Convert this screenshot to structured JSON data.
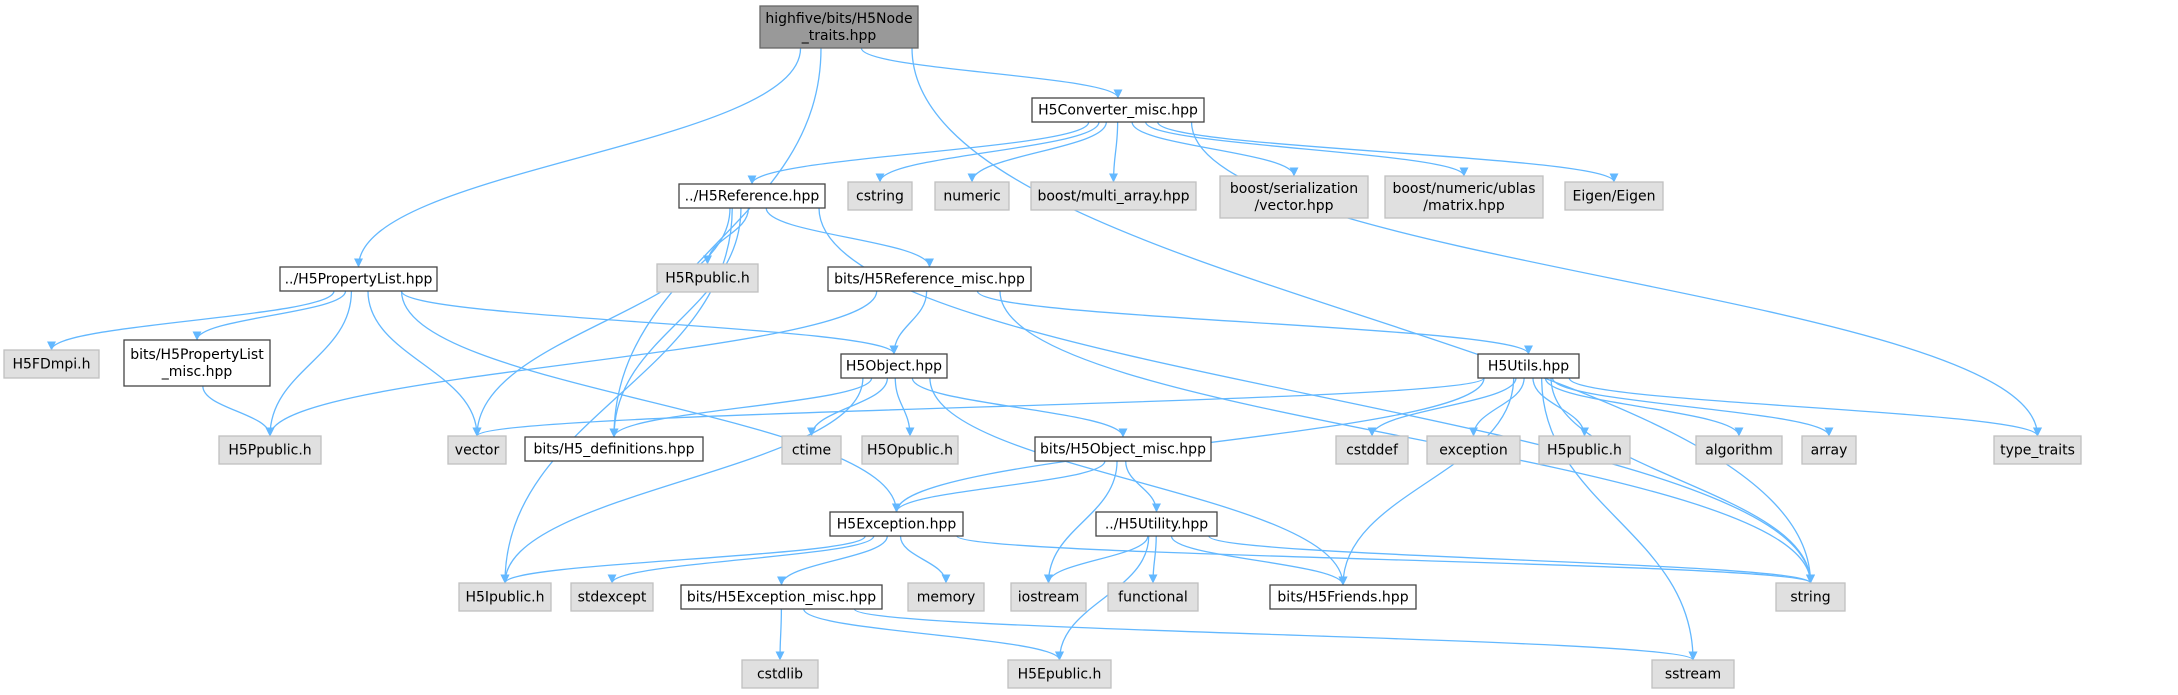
{
  "diagram": {
    "title": "",
    "nodes": [
      {
        "id": "root",
        "lines": [
          "highfive/bits/H5Node",
          "_traits.hpp"
        ],
        "kind": "root"
      },
      {
        "id": "conv",
        "lines": [
          "H5Converter_misc.hpp"
        ],
        "kind": "local"
      },
      {
        "id": "ref",
        "lines": [
          "../H5Reference.hpp"
        ],
        "kind": "local"
      },
      {
        "id": "cstring",
        "lines": [
          "cstring"
        ],
        "kind": "ext"
      },
      {
        "id": "numeric",
        "lines": [
          "numeric"
        ],
        "kind": "ext"
      },
      {
        "id": "multi",
        "lines": [
          "boost/multi_array.hpp"
        ],
        "kind": "ext"
      },
      {
        "id": "serial",
        "lines": [
          "boost/serialization",
          "/vector.hpp"
        ],
        "kind": "ext"
      },
      {
        "id": "ublas",
        "lines": [
          "boost/numeric/ublas",
          "/matrix.hpp"
        ],
        "kind": "ext"
      },
      {
        "id": "eigen",
        "lines": [
          "Eigen/Eigen"
        ],
        "kind": "ext"
      },
      {
        "id": "plist",
        "lines": [
          "../H5PropertyList.hpp"
        ],
        "kind": "local"
      },
      {
        "id": "rpublic",
        "lines": [
          "H5Rpublic.h"
        ],
        "kind": "ext"
      },
      {
        "id": "refmisc",
        "lines": [
          "bits/H5Reference_misc.hpp"
        ],
        "kind": "local"
      },
      {
        "id": "fdmpi",
        "lines": [
          "H5FDmpi.h"
        ],
        "kind": "ext"
      },
      {
        "id": "plistmisc",
        "lines": [
          "bits/H5PropertyList",
          "_misc.hpp"
        ],
        "kind": "local"
      },
      {
        "id": "object",
        "lines": [
          "H5Object.hpp"
        ],
        "kind": "local"
      },
      {
        "id": "utils",
        "lines": [
          "H5Utils.hpp"
        ],
        "kind": "local"
      },
      {
        "id": "ppublic",
        "lines": [
          "H5Ppublic.h"
        ],
        "kind": "ext"
      },
      {
        "id": "vector",
        "lines": [
          "vector"
        ],
        "kind": "ext"
      },
      {
        "id": "defs",
        "lines": [
          "bits/H5_definitions.hpp"
        ],
        "kind": "local"
      },
      {
        "id": "ctime",
        "lines": [
          "ctime"
        ],
        "kind": "ext"
      },
      {
        "id": "opublic",
        "lines": [
          "H5Opublic.h"
        ],
        "kind": "ext"
      },
      {
        "id": "objmisc",
        "lines": [
          "bits/H5Object_misc.hpp"
        ],
        "kind": "local"
      },
      {
        "id": "cstddef",
        "lines": [
          "cstddef"
        ],
        "kind": "ext"
      },
      {
        "id": "exception",
        "lines": [
          "exception"
        ],
        "kind": "ext"
      },
      {
        "id": "h5public",
        "lines": [
          "H5public.h"
        ],
        "kind": "ext"
      },
      {
        "id": "algorithm",
        "lines": [
          "algorithm"
        ],
        "kind": "ext"
      },
      {
        "id": "array",
        "lines": [
          "array"
        ],
        "kind": "ext"
      },
      {
        "id": "typetraits",
        "lines": [
          "type_traits"
        ],
        "kind": "ext"
      },
      {
        "id": "h5exc",
        "lines": [
          "H5Exception.hpp"
        ],
        "kind": "local"
      },
      {
        "id": "utility",
        "lines": [
          "../H5Utility.hpp"
        ],
        "kind": "local"
      },
      {
        "id": "ipublic",
        "lines": [
          "H5Ipublic.h"
        ],
        "kind": "ext"
      },
      {
        "id": "stdexcept",
        "lines": [
          "stdexcept"
        ],
        "kind": "ext"
      },
      {
        "id": "excmisc",
        "lines": [
          "bits/H5Exception_misc.hpp"
        ],
        "kind": "local"
      },
      {
        "id": "memory",
        "lines": [
          "memory"
        ],
        "kind": "ext"
      },
      {
        "id": "iostream",
        "lines": [
          "iostream"
        ],
        "kind": "ext"
      },
      {
        "id": "functional",
        "lines": [
          "functional"
        ],
        "kind": "ext"
      },
      {
        "id": "friends",
        "lines": [
          "bits/H5Friends.hpp"
        ],
        "kind": "local"
      },
      {
        "id": "string",
        "lines": [
          "string"
        ],
        "kind": "ext"
      },
      {
        "id": "cstdlib",
        "lines": [
          "cstdlib"
        ],
        "kind": "ext"
      },
      {
        "id": "epublic",
        "lines": [
          "H5Epublic.h"
        ],
        "kind": "ext"
      },
      {
        "id": "sstream",
        "lines": [
          "sstream"
        ],
        "kind": "ext"
      }
    ],
    "edges": [
      [
        "root",
        "conv"
      ],
      [
        "root",
        "plist"
      ],
      [
        "root",
        "defs"
      ],
      [
        "root",
        "string"
      ],
      [
        "conv",
        "ref"
      ],
      [
        "conv",
        "cstring"
      ],
      [
        "conv",
        "numeric"
      ],
      [
        "conv",
        "multi"
      ],
      [
        "conv",
        "serial"
      ],
      [
        "conv",
        "ublas"
      ],
      [
        "conv",
        "eigen"
      ],
      [
        "conv",
        "typetraits"
      ],
      [
        "ref",
        "rpublic"
      ],
      [
        "ref",
        "refmisc"
      ],
      [
        "ref",
        "vector"
      ],
      [
        "ref",
        "defs"
      ],
      [
        "ref",
        "ipublic"
      ],
      [
        "ref",
        "string"
      ],
      [
        "plist",
        "fdmpi"
      ],
      [
        "plist",
        "plistmisc"
      ],
      [
        "plist",
        "ppublic"
      ],
      [
        "plist",
        "vector"
      ],
      [
        "plist",
        "object"
      ],
      [
        "plist",
        "h5exc"
      ],
      [
        "plistmisc",
        "ppublic"
      ],
      [
        "refmisc",
        "object"
      ],
      [
        "refmisc",
        "utils"
      ],
      [
        "refmisc",
        "ppublic"
      ],
      [
        "refmisc",
        "string"
      ],
      [
        "object",
        "defs"
      ],
      [
        "object",
        "ctime"
      ],
      [
        "object",
        "opublic"
      ],
      [
        "object",
        "objmisc"
      ],
      [
        "object",
        "ipublic"
      ],
      [
        "object",
        "friends"
      ],
      [
        "utils",
        "vector"
      ],
      [
        "utils",
        "h5exc"
      ],
      [
        "utils",
        "friends"
      ],
      [
        "utils",
        "cstddef"
      ],
      [
        "utils",
        "exception"
      ],
      [
        "utils",
        "h5public"
      ],
      [
        "utils",
        "algorithm"
      ],
      [
        "utils",
        "array"
      ],
      [
        "utils",
        "typetraits"
      ],
      [
        "utils",
        "string"
      ],
      [
        "utils",
        "sstream"
      ],
      [
        "objmisc",
        "h5exc"
      ],
      [
        "objmisc",
        "utility"
      ],
      [
        "objmisc",
        "iostream"
      ],
      [
        "h5exc",
        "ipublic"
      ],
      [
        "h5exc",
        "stdexcept"
      ],
      [
        "h5exc",
        "excmisc"
      ],
      [
        "h5exc",
        "memory"
      ],
      [
        "h5exc",
        "string"
      ],
      [
        "utility",
        "iostream"
      ],
      [
        "utility",
        "functional"
      ],
      [
        "utility",
        "friends"
      ],
      [
        "utility",
        "epublic"
      ],
      [
        "utility",
        "string"
      ],
      [
        "excmisc",
        "cstdlib"
      ],
      [
        "excmisc",
        "epublic"
      ],
      [
        "excmisc",
        "sstream"
      ]
    ]
  }
}
